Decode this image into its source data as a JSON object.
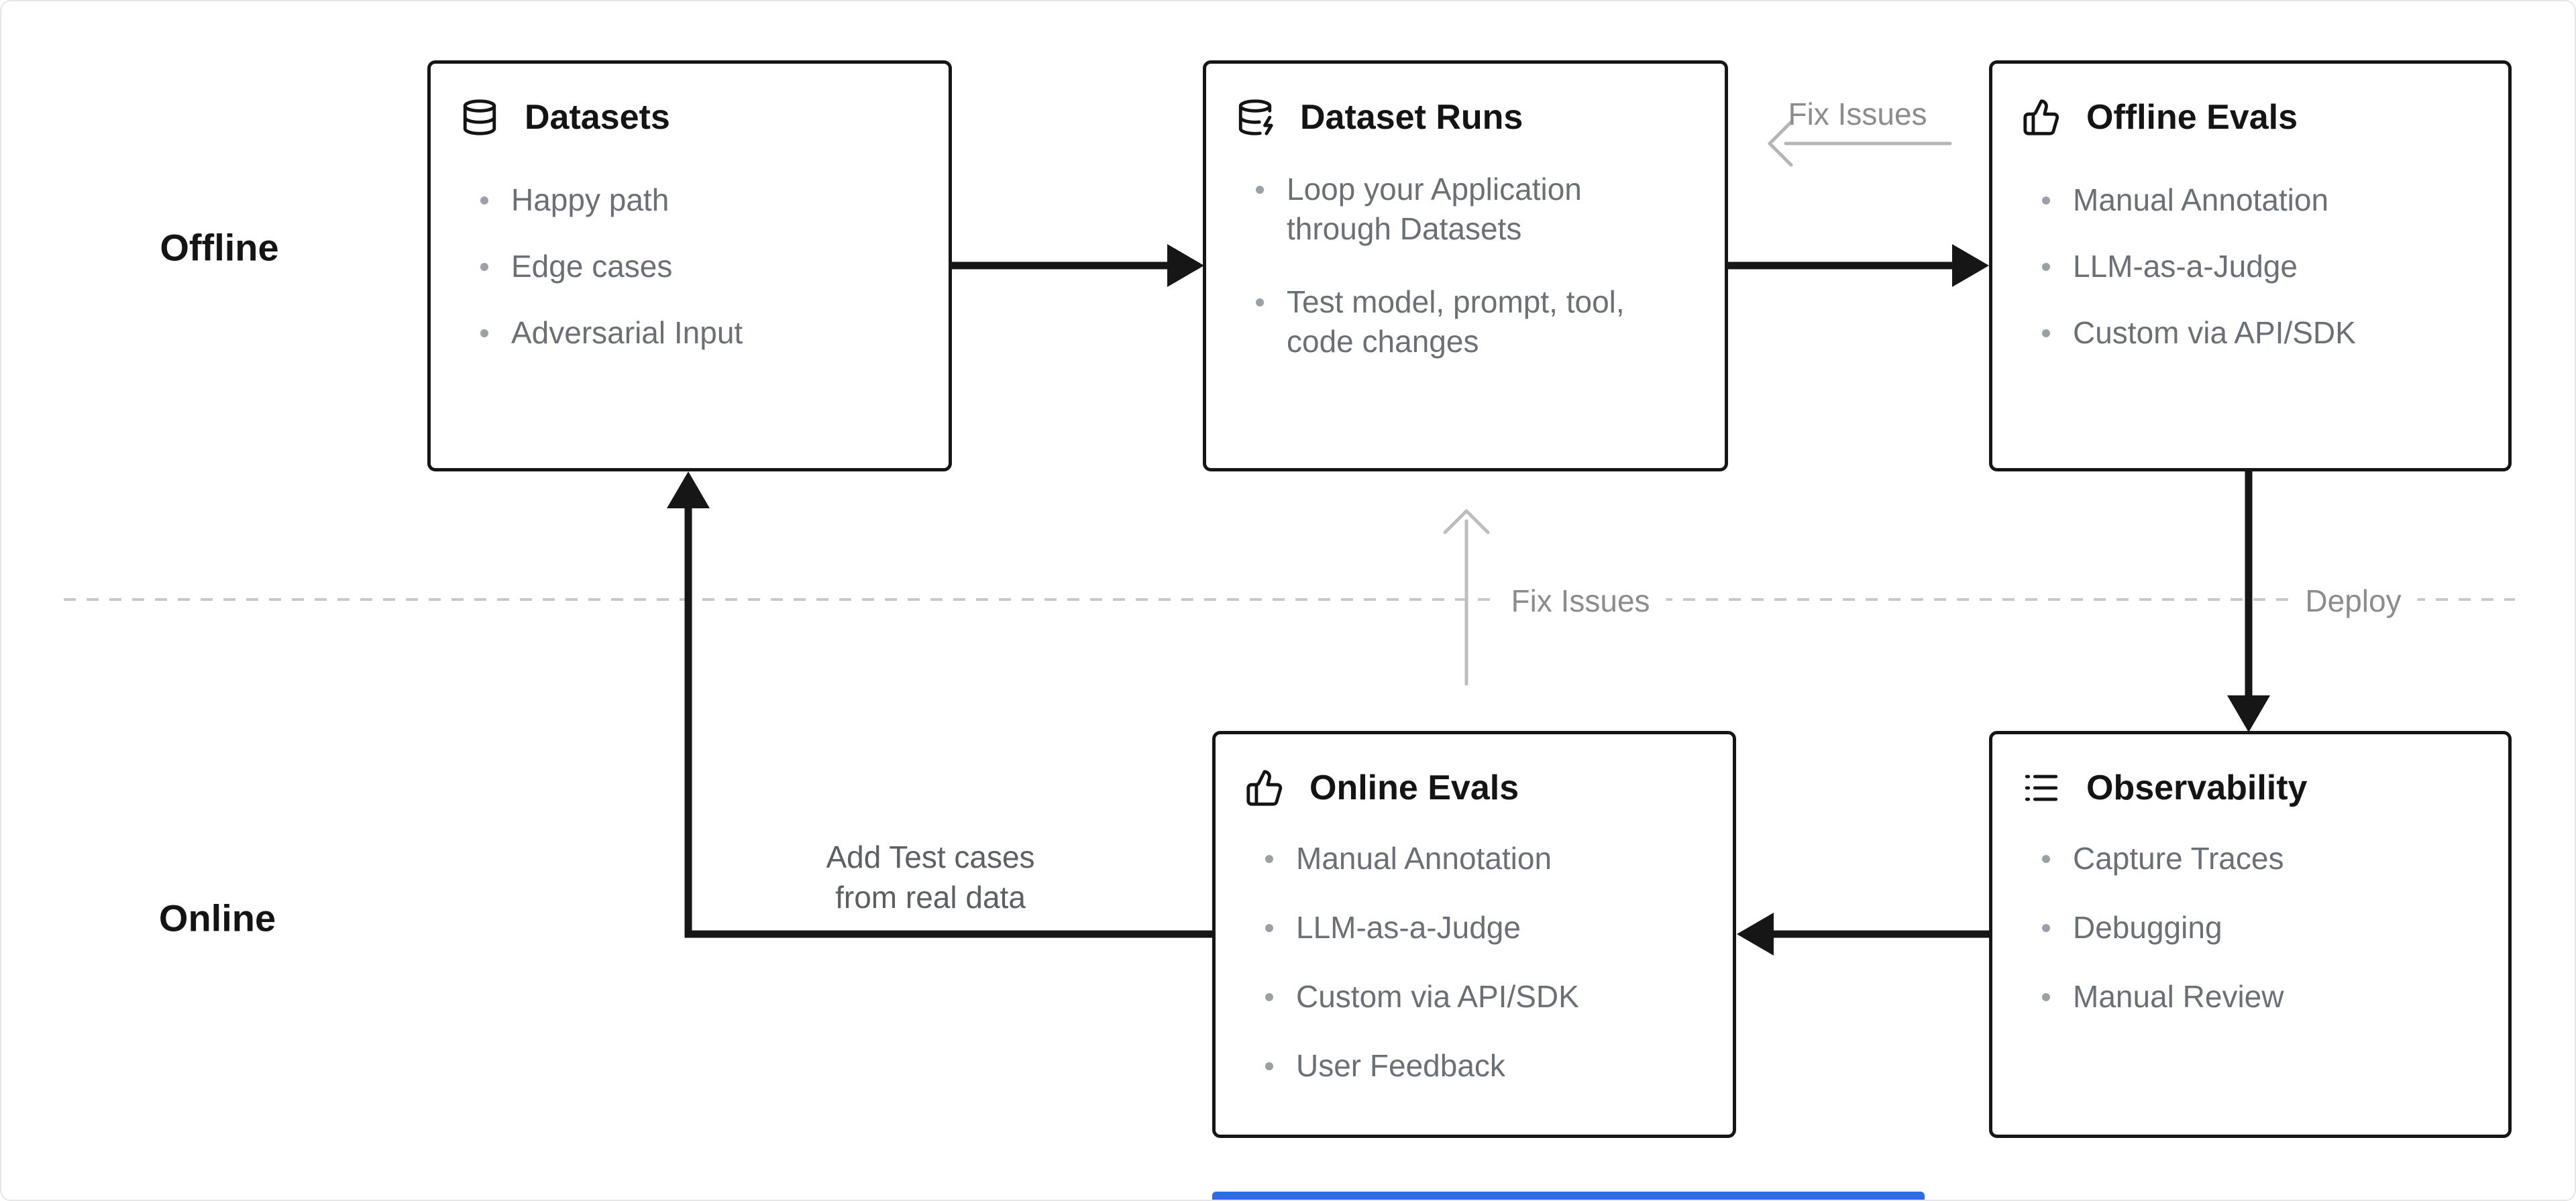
{
  "sections": {
    "offline": {
      "label": "Offline"
    },
    "online": {
      "label": "Online"
    }
  },
  "boxes": {
    "datasets": {
      "icon": "database-icon",
      "title": "Datasets",
      "items": [
        "Happy path",
        "Edge cases",
        "Adversarial Input"
      ]
    },
    "dataset_runs": {
      "icon": "database-zap-icon",
      "title": "Dataset Runs",
      "items": [
        "Loop your Application\nthrough Datasets",
        "Test model, prompt, tool,\ncode changes"
      ]
    },
    "offline_evals": {
      "icon": "thumbs-up-icon",
      "title": "Offline Evals",
      "items": [
        "Manual Annotation",
        "LLM-as-a-Judge",
        "Custom via API/SDK"
      ]
    },
    "online_evals": {
      "icon": "thumbs-up-icon",
      "title": "Online Evals",
      "items": [
        "Manual Annotation",
        "LLM-as-a-Judge",
        "Custom via API/SDK",
        "User Feedback"
      ]
    },
    "observability": {
      "icon": "logs-icon",
      "title": "Observability",
      "items": [
        "Capture Traces",
        "Debugging",
        "Manual Review"
      ]
    }
  },
  "edge_labels": {
    "fix_issues": "Fix Issues",
    "deploy": "Deploy",
    "add_test_cases": "Add Test cases\nfrom real data"
  },
  "colors": {
    "background": "#ffffff",
    "box_border": "#161616",
    "title_text": "#141414",
    "bullet_text": "#6b6f76",
    "muted_label": "#8c8c8c",
    "arrow_black": "#161616",
    "arrow_gray": "#b5b5b5",
    "divider": "#c9c9c9",
    "bottom_bar": "#2e6be6"
  }
}
